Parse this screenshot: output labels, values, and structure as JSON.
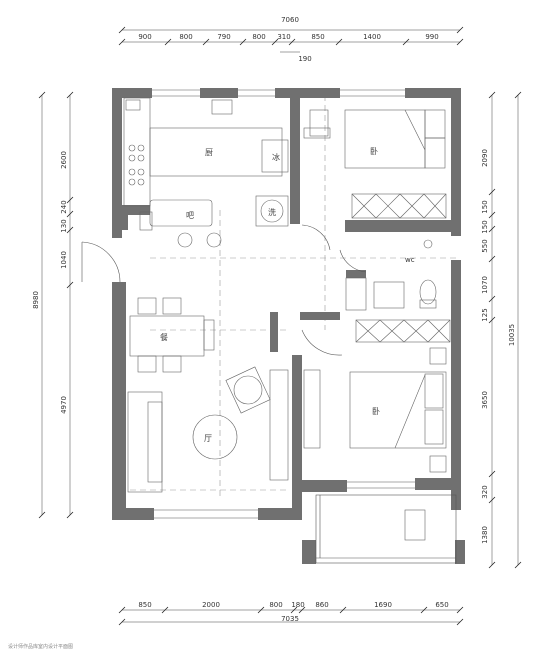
{
  "dimensions": {
    "top_total": "7060",
    "top_segments": [
      "900",
      "800",
      "790",
      "800",
      "310",
      "850",
      "1400",
      "990"
    ],
    "top_sub": "190",
    "bottom_total": "7035",
    "bottom_segments": [
      "850",
      "2000",
      "800",
      "180",
      "860",
      "1690",
      "650"
    ],
    "left_total": "8980",
    "left_segments": [
      "2600",
      "240",
      "130",
      "1040",
      "4970"
    ],
    "right_total": "10035",
    "right_segments": [
      "2090",
      "150",
      "150",
      "550",
      "1070",
      "125",
      "3650",
      "320",
      "1380"
    ]
  },
  "rooms": {
    "kitchen": "厨",
    "fridge": "冰",
    "bar": "吧",
    "washer": "洗",
    "bedroom_north": "卧",
    "bedroom_master": "卧",
    "dining": "餐",
    "living": "厅",
    "wc_mark": "wc"
  },
  "footer": {
    "credit": "设计师作品库室内设计平面图"
  },
  "colors": {
    "wall": "#707070",
    "line": "#555555"
  }
}
